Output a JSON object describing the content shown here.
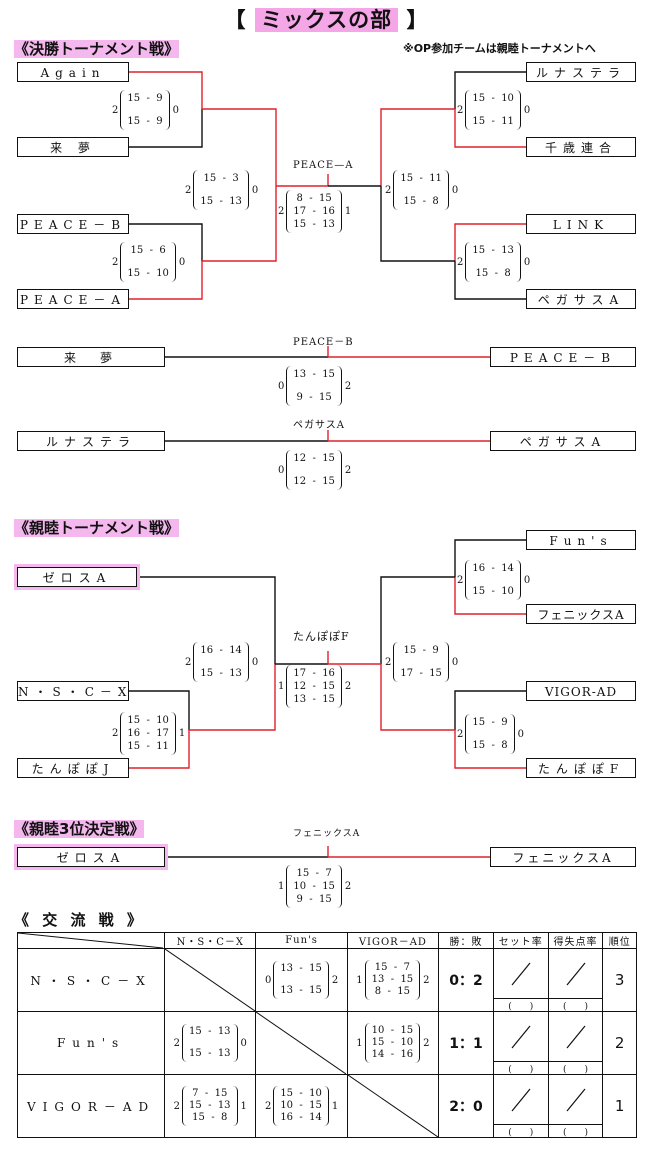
{
  "title": "ミックスの部",
  "note": "※OP参加チームは親睦トーナメントへ",
  "sections": {
    "final": "《決勝トーナメント戦》",
    "friendly": "《親睦トーナメント戦》",
    "third": "《親睦3位決定戦》",
    "exchange": "《 交 流 戦 》"
  },
  "final": {
    "teams": [
      "Again",
      "来 夢",
      "PEACE－B",
      "PEACE－A",
      "ルナステラ",
      "千歳連合",
      "LINK",
      "ペガサスA"
    ],
    "winner": "PEACE—A",
    "scores": {
      "q1": {
        "l": "2",
        "r": "0",
        "s": [
          "15 - 9",
          "15 - 9"
        ]
      },
      "q2": {
        "l": "2",
        "r": "0",
        "s": [
          "15 - 6",
          "15 - 10"
        ]
      },
      "q3": {
        "l": "2",
        "r": "0",
        "s": [
          "15 - 10",
          "15 - 11"
        ]
      },
      "q4": {
        "l": "2",
        "r": "0",
        "s": [
          "15 - 13",
          "15 - 8"
        ]
      },
      "s1": {
        "l": "2",
        "r": "0",
        "s": [
          "15 - 3",
          "15 - 13"
        ]
      },
      "s2": {
        "l": "2",
        "r": "0",
        "s": [
          "15 - 11",
          "15 - 8"
        ]
      },
      "f": {
        "l": "2",
        "r": "1",
        "s": [
          "8 - 15",
          "17 - 16",
          "15 - 13"
        ]
      }
    }
  },
  "placement": {
    "m1": {
      "left": "来　夢",
      "right": "PEACE－B",
      "winner": "PEACE－B",
      "l": "0",
      "r": "2",
      "s": [
        "13 - 15",
        "9 - 15"
      ]
    },
    "m2": {
      "left": "ルナステラ",
      "right": "ペガサスA",
      "winner": "ペガサスA",
      "l": "0",
      "r": "2",
      "s": [
        "12 - 15",
        "12 - 15"
      ]
    }
  },
  "friendly": {
    "teams": [
      "ゼロスA",
      "N・S・C－X",
      "たんぽぽJ",
      "Fun's",
      "フェニックスA",
      "VIGOR-AD",
      "たんぽぽF"
    ],
    "winner": "たんぽぽF",
    "scores": {
      "q1": {
        "l": "2",
        "r": "1",
        "s": [
          "15 - 10",
          "16 - 17",
          "15 - 11"
        ]
      },
      "q2": {
        "l": "2",
        "r": "0",
        "s": [
          "16 - 14",
          "15 - 10"
        ]
      },
      "q3": {
        "l": "2",
        "r": "0",
        "s": [
          "15 - 9",
          "15 - 8"
        ]
      },
      "s1": {
        "l": "2",
        "r": "0",
        "s": [
          "16 - 14",
          "15 - 13"
        ]
      },
      "s2": {
        "l": "2",
        "r": "0",
        "s": [
          "15 - 9",
          "17 - 15"
        ]
      },
      "f": {
        "l": "1",
        "r": "2",
        "s": [
          "17 - 16",
          "12 - 15",
          "13 - 15"
        ]
      }
    }
  },
  "third": {
    "left": "ゼロスA",
    "right": "フェニックスA",
    "winner": "フェニックスA",
    "l": "1",
    "r": "2",
    "s": [
      "15 - 7",
      "10 - 15",
      "9 - 15"
    ]
  },
  "exchange": {
    "headers": [
      "N・S・C－X",
      "Fun's",
      "VIGOR－AD",
      "勝：敗",
      "セット率",
      "得失点率",
      "順位"
    ],
    "rows": [
      {
        "name": "N・S・C－X",
        "record": "0：2",
        "rank": "3",
        "cells": [
          null,
          {
            "l": "0",
            "r": "2",
            "s": [
              "13 - 15",
              "13 - 15"
            ]
          },
          {
            "l": "1",
            "r": "2",
            "s": [
              "15 - 7",
              "13 - 15",
              "8 - 15"
            ]
          }
        ]
      },
      {
        "name": "Fun's",
        "record": "1：1",
        "rank": "2",
        "cells": [
          {
            "l": "2",
            "r": "0",
            "s": [
              "15 - 13",
              "15 - 13"
            ]
          },
          null,
          {
            "l": "1",
            "r": "2",
            "s": [
              "10 - 15",
              "15 - 10",
              "14 - 16"
            ]
          }
        ]
      },
      {
        "name": "VIGOR－AD",
        "record": "2：0",
        "rank": "1",
        "cells": [
          {
            "l": "2",
            "r": "1",
            "s": [
              "7 - 15",
              "15 - 13",
              "15 - 8"
            ]
          },
          {
            "l": "2",
            "r": "1",
            "s": [
              "15 - 10",
              "10 - 15",
              "16 - 14"
            ]
          },
          null
        ]
      }
    ],
    "paren": "(　　)"
  },
  "colors": {
    "win": "#e0202a",
    "line": "#111111",
    "highlight": "#f4b8ee"
  }
}
